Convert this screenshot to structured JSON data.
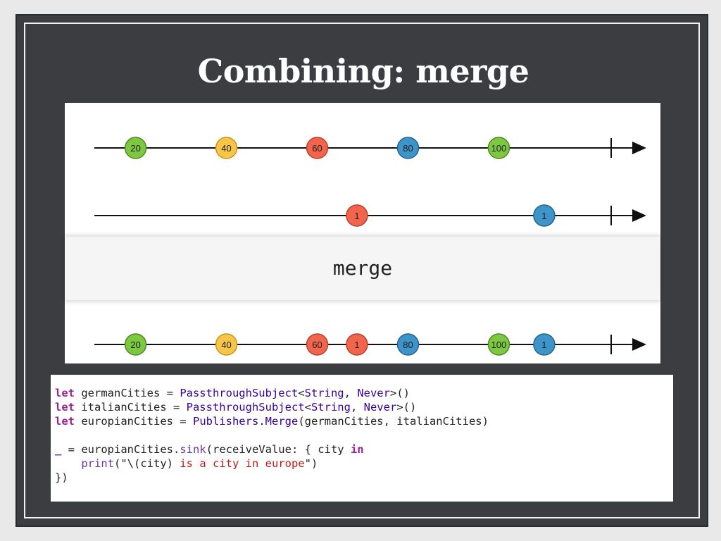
{
  "slide": {
    "title": "Combining: merge",
    "colors": {
      "background": "#3b3d40",
      "green": "#7dc840",
      "yellow": "#f7c548",
      "red": "#f0654c",
      "blue": "#3d94c9"
    }
  },
  "diagram": {
    "operator_label": "merge",
    "source_german": {
      "events": [
        {
          "label": "20",
          "color": "green",
          "t": 0.1
        },
        {
          "label": "40",
          "color": "yellow",
          "t": 0.26
        },
        {
          "label": "60",
          "color": "red",
          "t": 0.42
        },
        {
          "label": "80",
          "color": "blue",
          "t": 0.58
        },
        {
          "label": "100",
          "color": "green",
          "t": 0.74
        }
      ],
      "completed": true
    },
    "source_italian": {
      "events": [
        {
          "label": "1",
          "color": "red",
          "t": 0.49
        },
        {
          "label": "1",
          "color": "blue",
          "t": 0.82
        }
      ],
      "completed": true
    },
    "result": {
      "events": [
        {
          "label": "20",
          "color": "green",
          "t": 0.1
        },
        {
          "label": "40",
          "color": "yellow",
          "t": 0.26
        },
        {
          "label": "60",
          "color": "red",
          "t": 0.42
        },
        {
          "label": "1",
          "color": "red",
          "t": 0.49
        },
        {
          "label": "80",
          "color": "blue",
          "t": 0.58
        },
        {
          "label": "100",
          "color": "green",
          "t": 0.74
        },
        {
          "label": "1",
          "color": "blue",
          "t": 0.82
        }
      ],
      "completed": true
    }
  },
  "code": {
    "lines": [
      [
        {
          "t": "let",
          "c": "kw"
        },
        {
          "t": " germanCities = ",
          "c": ""
        },
        {
          "t": "PassthroughSubject",
          "c": "ty"
        },
        {
          "t": "<",
          "c": ""
        },
        {
          "t": "String",
          "c": "ty"
        },
        {
          "t": ", ",
          "c": ""
        },
        {
          "t": "Never",
          "c": "ty"
        },
        {
          "t": ">()",
          "c": ""
        }
      ],
      [
        {
          "t": "let",
          "c": "kw"
        },
        {
          "t": " italianCities = ",
          "c": ""
        },
        {
          "t": "PassthroughSubject",
          "c": "ty"
        },
        {
          "t": "<",
          "c": ""
        },
        {
          "t": "String",
          "c": "ty"
        },
        {
          "t": ", ",
          "c": ""
        },
        {
          "t": "Never",
          "c": "ty"
        },
        {
          "t": ">()",
          "c": ""
        }
      ],
      [
        {
          "t": "let",
          "c": "kw"
        },
        {
          "t": " europianCities = ",
          "c": ""
        },
        {
          "t": "Publishers",
          "c": "ty"
        },
        {
          "t": ".",
          "c": ""
        },
        {
          "t": "Merge",
          "c": "ty"
        },
        {
          "t": "(germanCities, italianCities)",
          "c": ""
        }
      ],
      [],
      [
        {
          "t": "_",
          "c": "kw"
        },
        {
          "t": " = europianCities.",
          "c": ""
        },
        {
          "t": "sink",
          "c": "fn"
        },
        {
          "t": "(receiveValue: { city ",
          "c": ""
        },
        {
          "t": "in",
          "c": "kw"
        }
      ],
      [
        {
          "t": "    ",
          "c": ""
        },
        {
          "t": "print",
          "c": "fn"
        },
        {
          "t": "(\"\\(city) ",
          "c": ""
        },
        {
          "t": "is a city in europe",
          "c": "str"
        },
        {
          "t": "\")",
          "c": ""
        }
      ],
      [
        {
          "t": "})",
          "c": ""
        }
      ]
    ]
  }
}
